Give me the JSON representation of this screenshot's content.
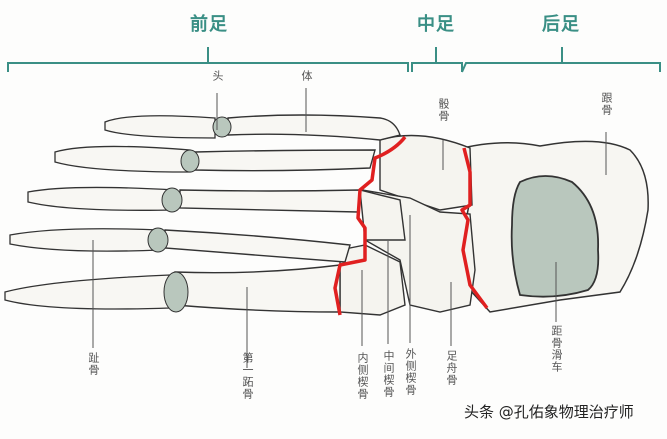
{
  "regions": {
    "forefoot": "前足",
    "midfoot": "中足",
    "hindfoot": "后足"
  },
  "labels": {
    "head": "头",
    "body": "体",
    "cuboid": "骰骨",
    "calcaneus": "跟骨",
    "talus_trochlea": "距骨滑车",
    "navicular": "足舟骨",
    "lateral_cuneiform": "外侧楔骨",
    "intermediate_cuneiform": "中间楔骨",
    "medial_cuneiform": "内侧楔骨",
    "first_metatarsal": "第一跖骨",
    "phalanges": "趾骨"
  },
  "watermark": "头条 @孔佑象物理治疗师",
  "colors": {
    "region_title": "#3a8f85",
    "bracket": "#3a8f85",
    "boundary": "#e02020",
    "cartilage": "#b9c7bd",
    "bone_outline": "#333333"
  }
}
